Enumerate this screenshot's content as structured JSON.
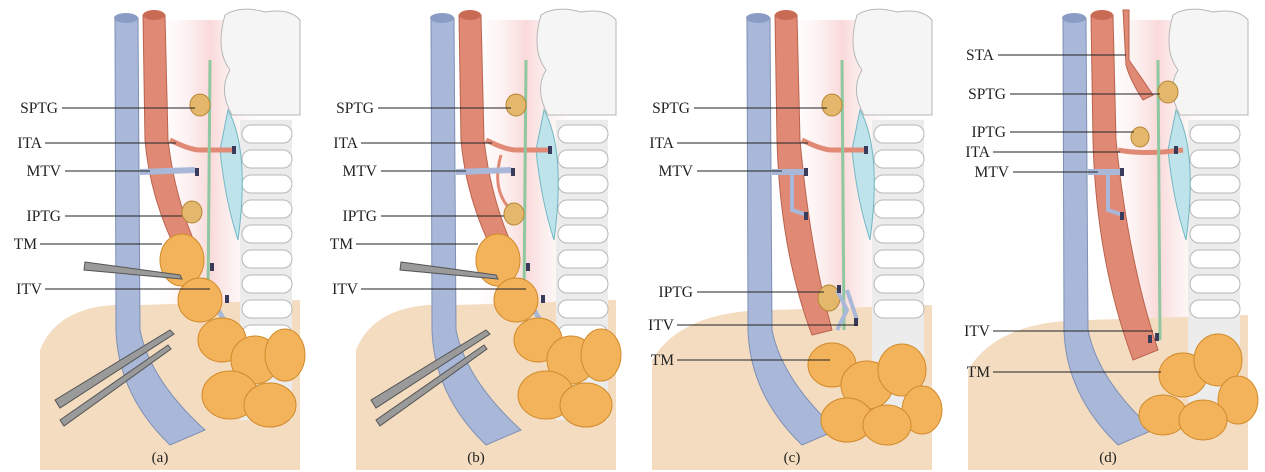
{
  "panels": [
    {
      "caption": "(a)",
      "labels": [
        "SPTG",
        "ITA",
        "MTV",
        "IPTG",
        "TM",
        "ITV"
      ]
    },
    {
      "caption": "(b)",
      "labels": [
        "SPTG",
        "ITA",
        "MTV",
        "IPTG",
        "TM",
        "ITV"
      ]
    },
    {
      "caption": "(c)",
      "labels": [
        "SPTG",
        "ITA",
        "MTV",
        "IPTG",
        "ITV",
        "TM"
      ]
    },
    {
      "caption": "(d)",
      "labels": [
        "STA",
        "SPTG",
        "IPTG",
        "ITA",
        "MTV",
        "ITV",
        "TM"
      ]
    }
  ],
  "colors": {
    "vein": "#a9b8d8",
    "artery": "#e08a75",
    "thymus": "#f3b35a",
    "skin": "#f4dcc0",
    "nerve": "#8fc7a0",
    "trachea": "#f2f2f2"
  }
}
